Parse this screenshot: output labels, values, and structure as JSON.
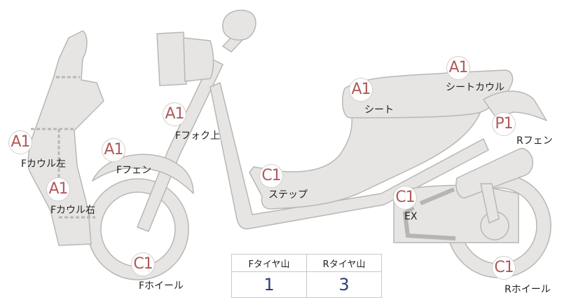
{
  "colors": {
    "fill": "#e6e5e3",
    "stroke": "#b8b7b3",
    "badge_text": "#b05a5a",
    "value_text": "#2c4070"
  },
  "parts": [
    {
      "code": "A1",
      "name": "Fカウル左"
    },
    {
      "code": "A1",
      "name": "Fカウル右"
    },
    {
      "code": "A1",
      "name": "Fフェン"
    },
    {
      "code": "A1",
      "name": "Fフォク上"
    },
    {
      "code": "C1",
      "name": "ステップ"
    },
    {
      "code": "A1",
      "name": "シート"
    },
    {
      "code": "A1",
      "name": "シートカウル"
    },
    {
      "code": "P1",
      "name": "Rフェン"
    },
    {
      "code": "C1",
      "name": "EX"
    },
    {
      "code": "C1",
      "name": "Fホイール"
    },
    {
      "code": "C1",
      "name": "Rホイール"
    }
  ],
  "tire_table": {
    "headers": [
      "Fタイヤ山",
      "Rタイヤ山"
    ],
    "values": [
      "1",
      "3"
    ]
  }
}
